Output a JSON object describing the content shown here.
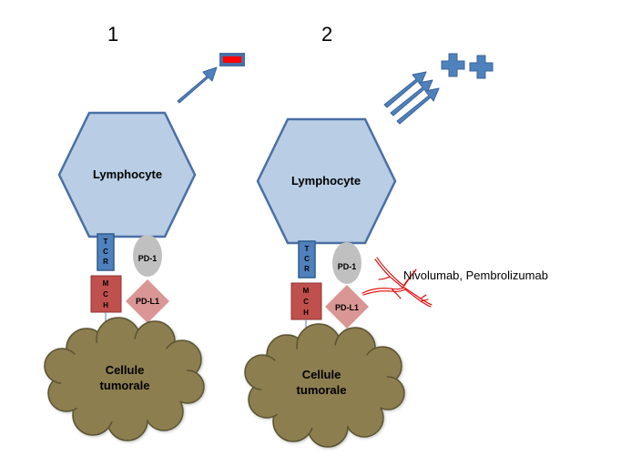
{
  "colors": {
    "lymphocyte_fill": "#b9cde5",
    "lymphocyte_stroke": "#4a6fa5",
    "tcr_fill": "#4f81bd",
    "mch_fill": "#c0504d",
    "pd1_fill": "#c0c0c0",
    "pdl1_fill": "#d99694",
    "cell_fill": "#8c7e4f",
    "cell_stroke": "#5a5232",
    "arrow_fill": "#4f81bd",
    "minus_fill": "#ff0000",
    "drug_stroke": "#e00000"
  },
  "panels": [
    {
      "number": "1",
      "lymphocyte": "Lymphocyte",
      "tcr_letters": [
        "T",
        "C",
        "R"
      ],
      "mch_letters": [
        "M",
        "C",
        "H"
      ],
      "pd1": "PD-1",
      "pdl1": "PD-L1",
      "cell_line1": "Cellule",
      "cell_line2": "tumorale",
      "signal": "inhibition",
      "signal_icon": "minus-sign"
    },
    {
      "number": "2",
      "lymphocyte": "Lymphocyte",
      "tcr_letters": [
        "T",
        "C",
        "R"
      ],
      "mch_letters": [
        "M",
        "C",
        "H"
      ],
      "pd1": "PD-1",
      "pdl1": "PD-L1",
      "cell_line1": "Cellule",
      "cell_line2": "tumorale",
      "signal": "activation",
      "signal_icon": "plus-signs",
      "drug_label": "Nivolumab, Pembrolizumab"
    }
  ]
}
